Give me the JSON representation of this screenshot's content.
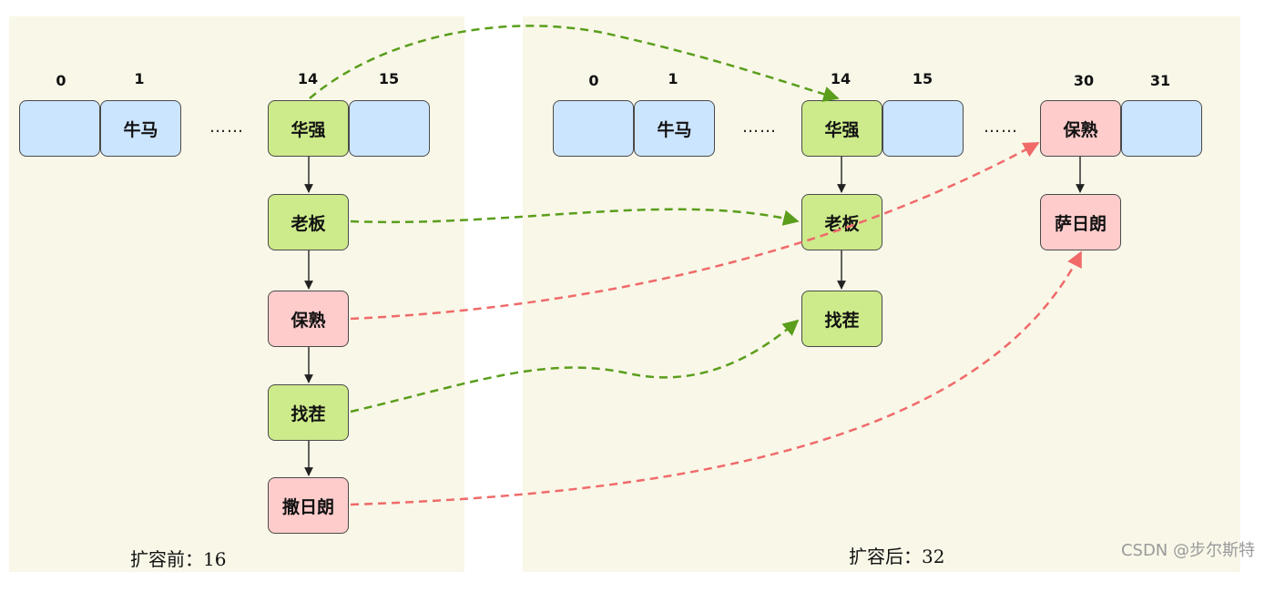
{
  "before": {
    "indices": {
      "i0": "0",
      "i1": "1",
      "i14": "14",
      "i15": "15"
    },
    "bucket1": "牛马",
    "bucket14": "华强",
    "ellipsis": "……",
    "chain": [
      "老板",
      "保熟",
      "找茬",
      "撒日朗"
    ],
    "caption": "扩容前：16"
  },
  "after": {
    "indices": {
      "i0": "0",
      "i1": "1",
      "i14": "14",
      "i15": "15",
      "i30": "30",
      "i31": "31"
    },
    "bucket1": "牛马",
    "bucket14": "华强",
    "bucket30": "保熟",
    "ellipsis1": "……",
    "ellipsis2": "……",
    "chain14": [
      "老板",
      "找茬"
    ],
    "chain30": [
      "萨日朗"
    ],
    "caption": "扩容后：32"
  },
  "watermark": "CSDN @步尔斯特",
  "colors": {
    "blue": "#cce5ff",
    "green": "#cdeb8b",
    "pink": "#ffcccc",
    "green_arrow": "#5a9e1c",
    "red_arrow": "#f06a6a"
  }
}
